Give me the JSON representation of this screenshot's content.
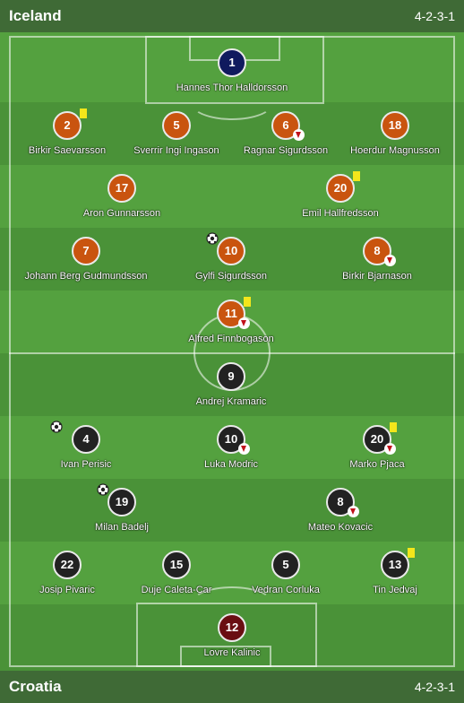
{
  "home": {
    "team": "Iceland",
    "formation": "4-2-3-1"
  },
  "away": {
    "team": "Croatia",
    "formation": "4-2-3-1"
  },
  "icons": {
    "card": "yellow-card-icon",
    "sub": "substitution-off-icon",
    "goal": "goal-ball-icon"
  },
  "colors": {
    "home": "#c9540f",
    "away": "#222222",
    "home_gk": "#101a5e",
    "away_gk": "#6a0e12",
    "card": "#f3e61b"
  },
  "home_players": [
    {
      "number": "1",
      "name": "Hannes Thor Halldorsson"
    },
    {
      "number": "2",
      "name": "Birkir Saevarsson"
    },
    {
      "number": "5",
      "name": "Sverrir Ingi Ingason"
    },
    {
      "number": "6",
      "name": "Ragnar Sigurdsson"
    },
    {
      "number": "18",
      "name": "Hoerdur Magnusson"
    },
    {
      "number": "17",
      "name": "Aron Gunnarsson"
    },
    {
      "number": "20",
      "name": "Emil Hallfredsson"
    },
    {
      "number": "7",
      "name": "Johann Berg Gudmundsson"
    },
    {
      "number": "10",
      "name": "Gylfi Sigurdsson"
    },
    {
      "number": "8",
      "name": "Birkir Bjarnason"
    },
    {
      "number": "11",
      "name": "Alfred Finnbogason"
    }
  ],
  "away_players": [
    {
      "number": "9",
      "name": "Andrej Kramaric"
    },
    {
      "number": "4",
      "name": "Ivan Perisic"
    },
    {
      "number": "10",
      "name": "Luka Modric"
    },
    {
      "number": "20",
      "name": "Marko Pjaca"
    },
    {
      "number": "19",
      "name": "Milan Badelj"
    },
    {
      "number": "8",
      "name": "Mateo Kovacic"
    },
    {
      "number": "22",
      "name": "Josip Pivaric"
    },
    {
      "number": "15",
      "name": "Duje Caleta-Car"
    },
    {
      "number": "5",
      "name": "Vedran Corluka"
    },
    {
      "number": "13",
      "name": "Tin Jedvaj"
    },
    {
      "number": "12",
      "name": "Lovre Kalinic"
    }
  ]
}
